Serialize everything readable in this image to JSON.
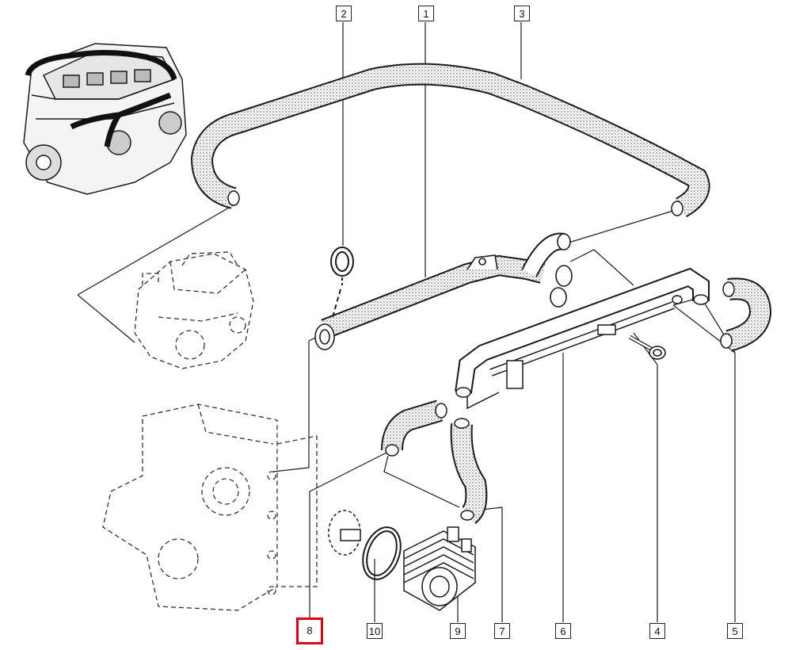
{
  "diagram": {
    "callouts": [
      {
        "id": "c1",
        "label": "1"
      },
      {
        "id": "c2",
        "label": "2"
      },
      {
        "id": "c3",
        "label": "3"
      },
      {
        "id": "c4",
        "label": "4"
      },
      {
        "id": "c5",
        "label": "5"
      },
      {
        "id": "c6",
        "label": "6"
      },
      {
        "id": "c7",
        "label": "7"
      },
      {
        "id": "c8",
        "label": "8",
        "highlighted": true
      },
      {
        "id": "c9",
        "label": "9"
      },
      {
        "id": "c10",
        "label": "10"
      }
    ],
    "parts": [
      {
        "name": "engine-overview"
      },
      {
        "name": "water-pipe",
        "callout": "1"
      },
      {
        "name": "seal-ring",
        "callout": "2"
      },
      {
        "name": "upper-hose",
        "callout": "3"
      },
      {
        "name": "bolt",
        "callout": "4"
      },
      {
        "name": "short-hose",
        "callout": "5"
      },
      {
        "name": "rear-pipe",
        "callout": "6"
      },
      {
        "name": "cooler-hose",
        "callout": "7"
      },
      {
        "name": "lower-hose",
        "callout": "8"
      },
      {
        "name": "oil-cooler",
        "callout": "9"
      },
      {
        "name": "o-ring",
        "callout": "10"
      }
    ],
    "colors": {
      "line": "#1a1a1a",
      "highlight": "#e3001b"
    }
  }
}
